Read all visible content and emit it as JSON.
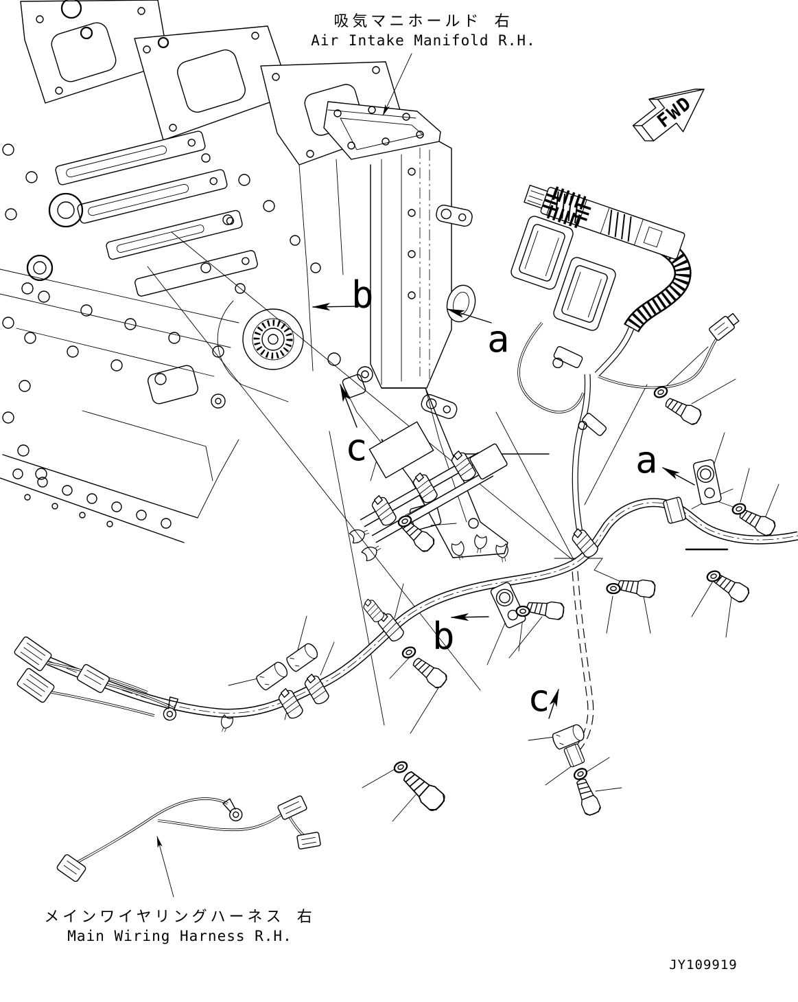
{
  "page": {
    "background_color": "#ffffff",
    "ink_color": "#000000",
    "drawing_number": "JY109919"
  },
  "annotations": {
    "air_intake_manifold_label": {
      "jp": "吸気マニホールド  右",
      "en": "Air Intake Manifold R.H."
    },
    "main_wiring_harness_label": {
      "jp": "メインワイヤリングハーネス  右",
      "en": "Main Wiring Harness R.H."
    },
    "fwd_marker_text": "FWD",
    "callouts": [
      {
        "id": "callout-b-upper",
        "letter": "b"
      },
      {
        "id": "callout-a-upper",
        "letter": "a"
      },
      {
        "id": "callout-c-upper",
        "letter": "c"
      },
      {
        "id": "callout-a-mid",
        "letter": "a"
      },
      {
        "id": "callout-b-mid",
        "letter": "b"
      },
      {
        "id": "callout-c-lower",
        "letter": "c"
      }
    ]
  }
}
